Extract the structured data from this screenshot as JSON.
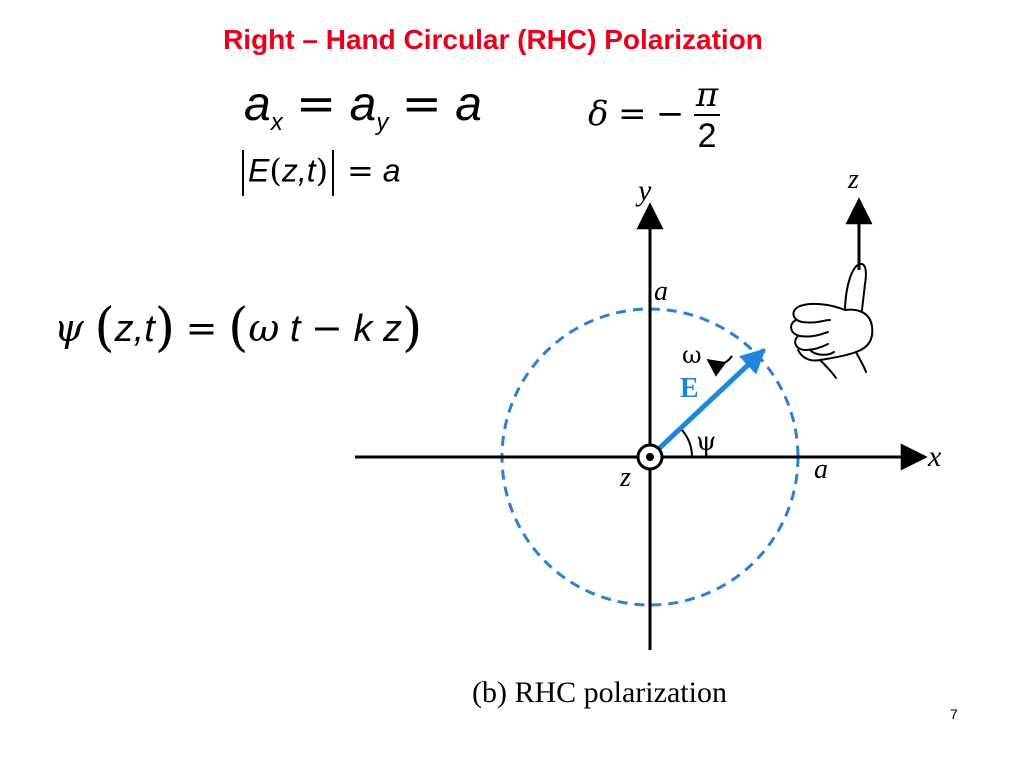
{
  "title": "Right – Hand Circular (RHC) Polarization",
  "equations": {
    "eq1": {
      "a": "a",
      "sub_x": "x",
      "sub_y": "y",
      "equals": "="
    },
    "eq2": {
      "delta": "δ",
      "equals": "=",
      "minus": "−",
      "pi": "π",
      "two": "2"
    },
    "eq3": {
      "E": "E",
      "args": "z,t",
      "equals": "=",
      "a": "a"
    },
    "eq4": {
      "psi": "ψ",
      "args": "z,t",
      "equals": "=",
      "omega": "ω",
      "t": "t",
      "minus": "−",
      "k": "k",
      "z": "z"
    }
  },
  "diagram": {
    "axis_x_label": "x",
    "axis_y_label": "y",
    "amplitude_label_x": "a",
    "amplitude_label_y": "a",
    "origin_label": "z",
    "vector_label": "E",
    "omega_label": "ω",
    "angle_label": "ψ",
    "hand_axis_label": "z",
    "circle_color": "#2a7fd8",
    "vector_color": "#1f86e0"
  },
  "caption": "(b)  RHC polarization",
  "page_number": "7"
}
